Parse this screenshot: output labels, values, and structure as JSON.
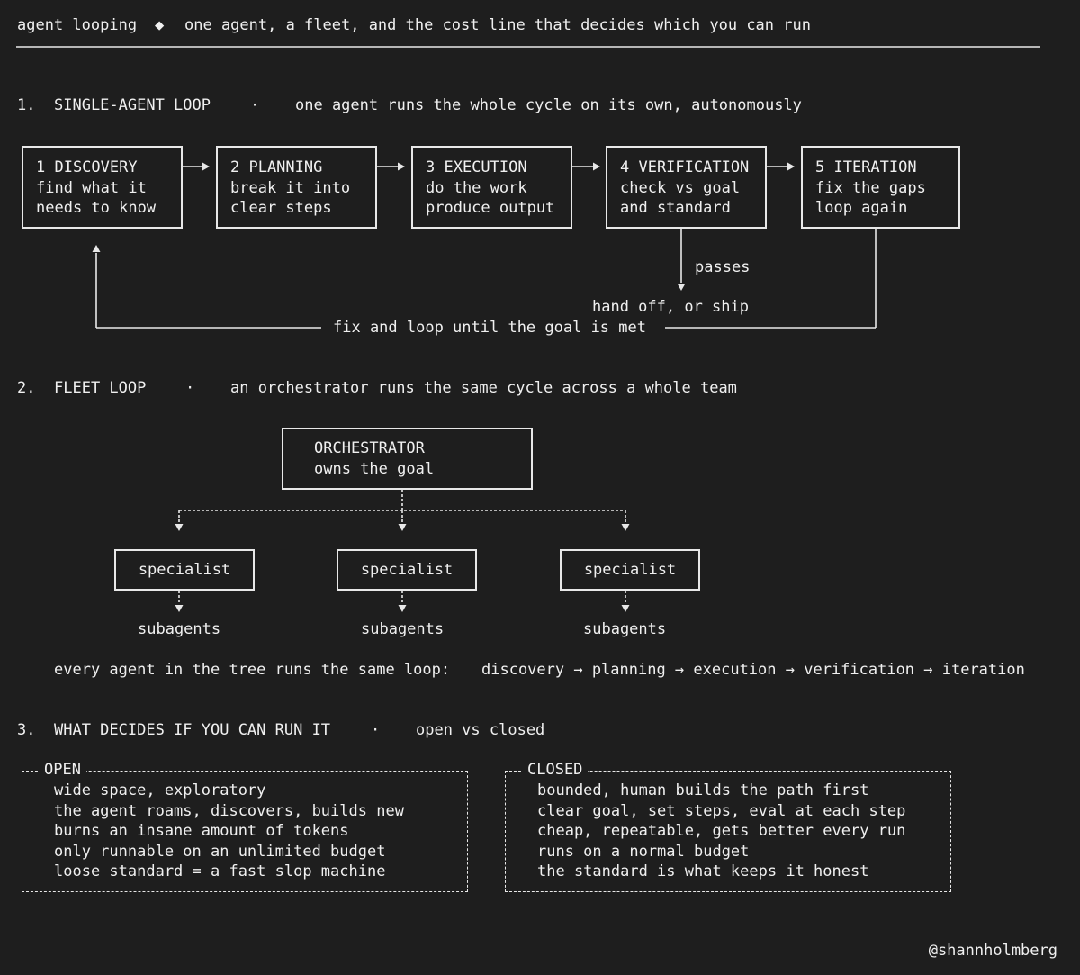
{
  "header": {
    "left": "agent looping",
    "bullet": "◆",
    "tagline": "one agent, a fleet, and the cost line that decides which you can run"
  },
  "section1": {
    "num": "1.",
    "title": "SINGLE-AGENT LOOP",
    "dot": "·",
    "desc": "one agent runs the whole cycle on its own, autonomously",
    "steps": [
      {
        "l1": "1 DISCOVERY",
        "l2": "find what it",
        "l3": "needs to know"
      },
      {
        "l1": "2 PLANNING",
        "l2": "break it into",
        "l3": "clear steps"
      },
      {
        "l1": "3 EXECUTION",
        "l2": "do the work",
        "l3": "produce output"
      },
      {
        "l1": "4 VERIFICATION",
        "l2": "check vs goal",
        "l3": "and standard"
      },
      {
        "l1": "5 ITERATION",
        "l2": "fix the gaps",
        "l3": "loop again"
      }
    ],
    "passes": "passes",
    "ship": "hand off, or ship",
    "loop_label": "fix and loop until the goal is met"
  },
  "section2": {
    "num": "2.",
    "title": "FLEET LOOP",
    "dot": "·",
    "desc": "an orchestrator runs the same cycle across a whole team",
    "orchestrator": {
      "l1": "ORCHESTRATOR",
      "l2": "owns the goal"
    },
    "specialist": "specialist",
    "subagents": "subagents",
    "loop_intro": "every agent in the tree runs the same loop:",
    "loop_seq": "discovery → planning → execution → verification → iteration"
  },
  "section3": {
    "num": "3.",
    "title": "WHAT DECIDES IF YOU CAN RUN IT",
    "dot": "·",
    "desc": "open vs closed",
    "open": {
      "title": "OPEN",
      "lines": [
        "wide space, exploratory",
        "the agent roams, discovers, builds new",
        "burns an insane amount of tokens",
        "only runnable on an unlimited budget",
        "loose standard = a fast slop machine"
      ]
    },
    "closed": {
      "title": "CLOSED",
      "lines": [
        "bounded, human builds the path first",
        "clear goal, set steps, eval at each step",
        "cheap, repeatable, gets better every run",
        "runs on a normal budget",
        "the standard is what keeps it honest"
      ]
    }
  },
  "footer": {
    "handle": "@shannholmberg"
  }
}
